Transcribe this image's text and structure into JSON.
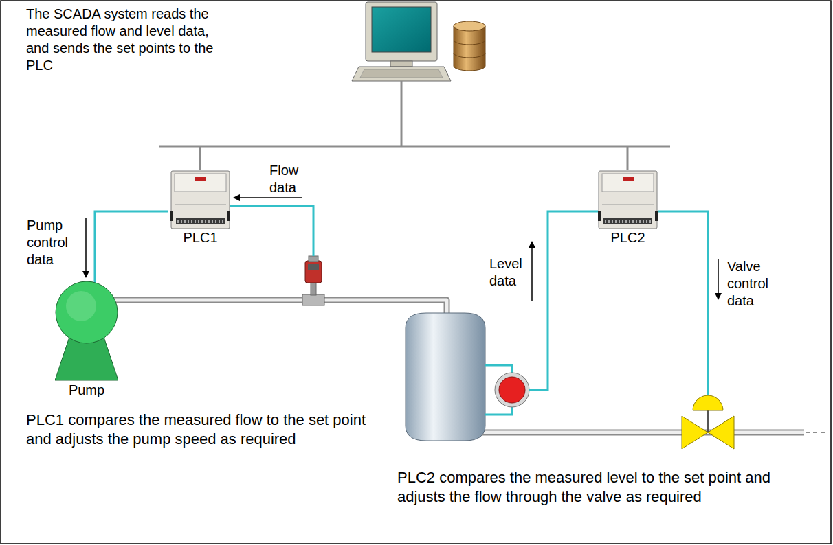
{
  "diagram": {
    "nodes": [
      {
        "text": [
          "PLC1"
        ]
      },
      {
        "text": [
          "PLC2"
        ]
      },
      {
        "text": [
          "Pump"
        ]
      }
    ],
    "edges": [
      {
        "from": 0,
        "to": 2,
        "arrow": "none",
        "label": "Pump control data"
      }
    ],
    "labels": [
      "The SCADA system reads the measured flow and level data, and sends the set points to the PLC",
      "Flow data",
      "Level data",
      "Valve control data",
      "PLC1 compares the measured flow to the set point and adjusts the pump speed as required",
      "PLC2 compares the measured level to the set point and adjusts the flow through the valve as required"
    ]
  }
}
